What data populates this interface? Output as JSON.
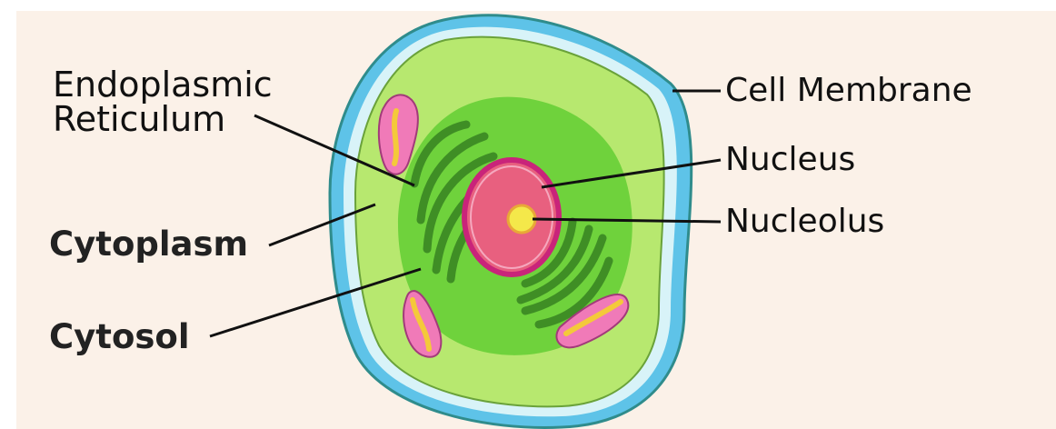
{
  "diagram": {
    "labels": {
      "endoplasmic_reticulum": [
        "Endoplasmic",
        "Reticulum"
      ],
      "cell_membrane": "Cell Membrane",
      "nucleus": "Nucleus",
      "nucleolus": "Nucleolus",
      "cytoplasm": "Cytoplasm",
      "cytosol": "Cytosol"
    },
    "colors": {
      "background": "#fbf1e8",
      "membrane_outer": "#5ec3e8",
      "membrane_inner": "#d8f3f8",
      "cytoplasm": "#b7e86f",
      "cytosol": "#6fd23c",
      "er": "#3f8e25",
      "nucleus": "#e8607f",
      "nucleus_border": "#c9247a",
      "nucleolus": "#f4e84a",
      "organelle": "#f07ab8",
      "organelle_core": "#f4c93a",
      "leader_line": "#111111"
    }
  }
}
